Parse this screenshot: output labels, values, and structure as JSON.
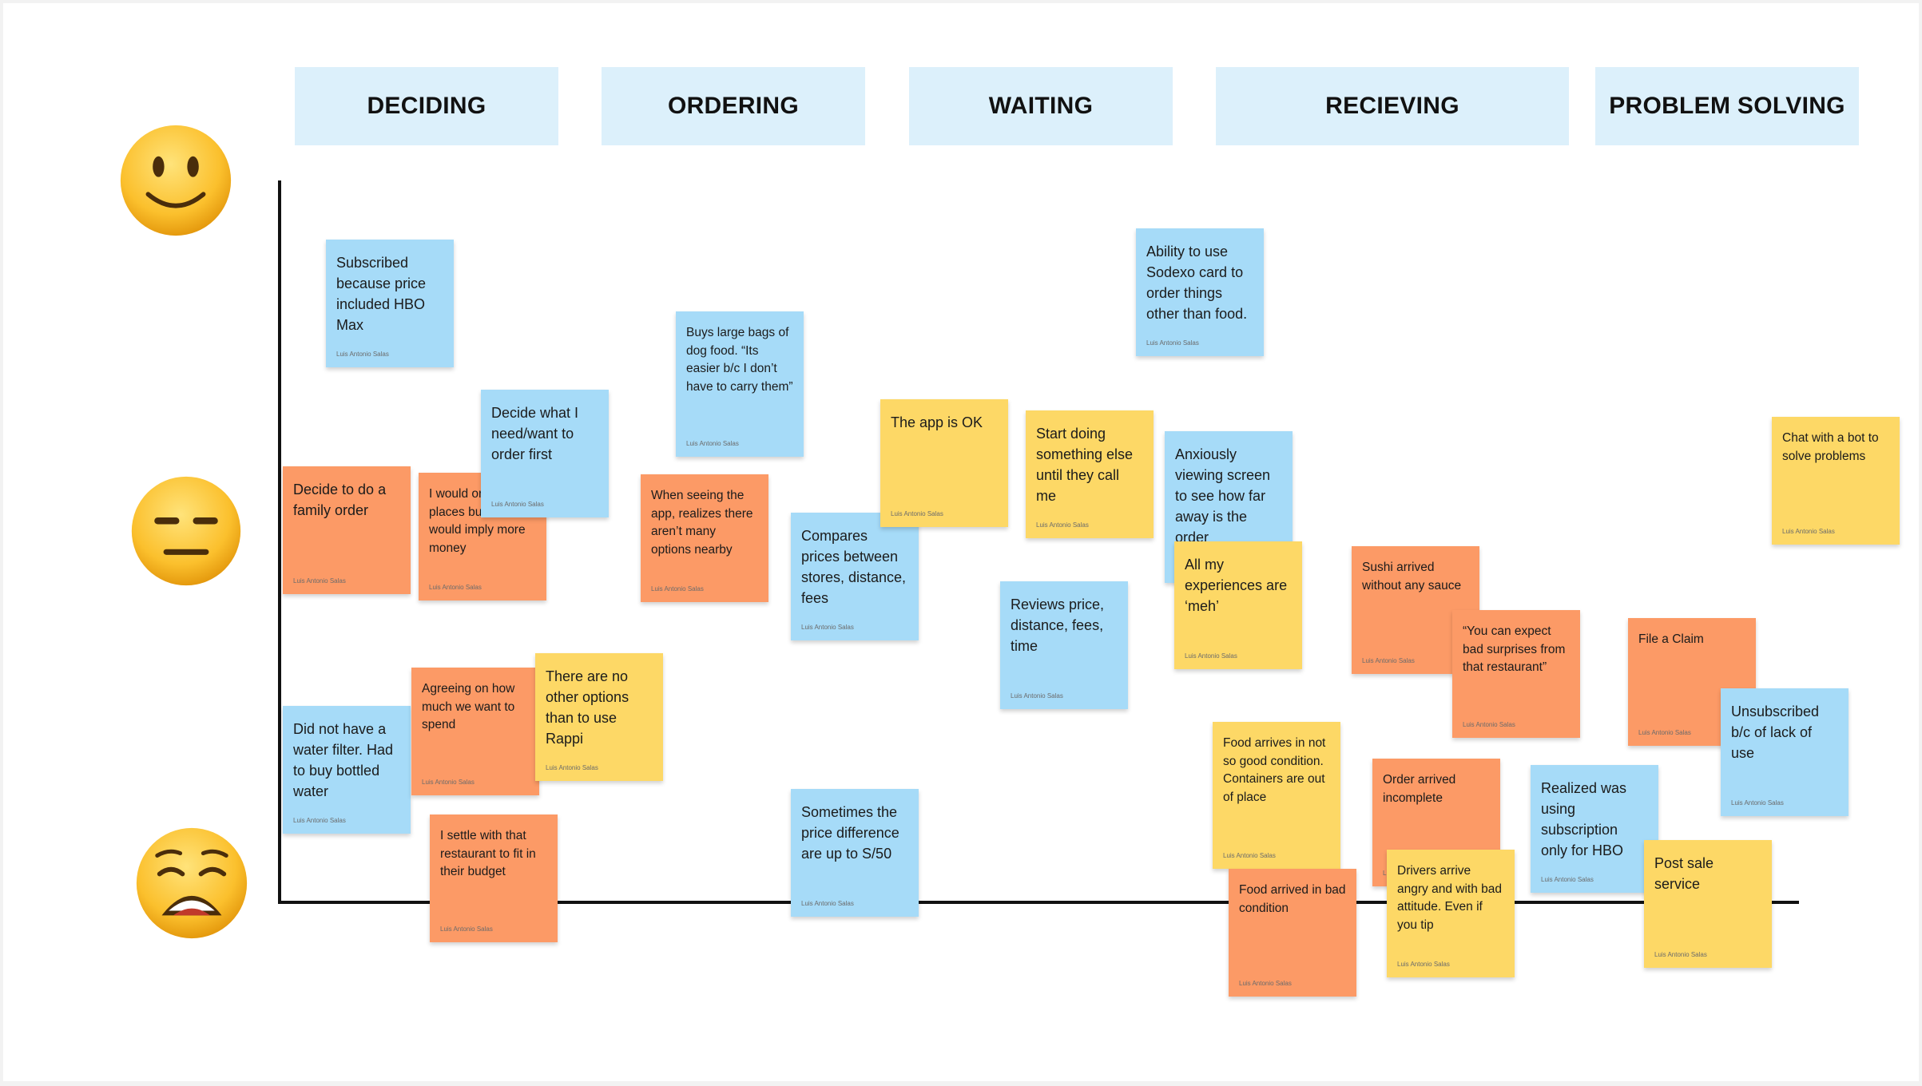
{
  "phases": [
    {
      "label": "DECIDING"
    },
    {
      "label": "ORDERING"
    },
    {
      "label": "WAITING"
    },
    {
      "label": "RECIEVING"
    },
    {
      "label": "PROBLEM SOLVING"
    }
  ],
  "emotions": {
    "happy": "happy-face-emoji",
    "neutral": "neutral-face-emoji",
    "sad": "weary-face-emoji"
  },
  "colors": {
    "blue_note": "#a6dbf8",
    "orange_note": "#fc9a66",
    "yellow_note": "#fdd866",
    "phase_header": "#dcf0fb"
  },
  "author": "Luis Antonio Salas",
  "notes": [
    {
      "text": "Subscribed because price included HBO Max"
    },
    {
      "text": "Decide to do a family order"
    },
    {
      "text": "I would order other places but that would imply more money"
    },
    {
      "text": "Decide what I need/want to order first"
    },
    {
      "text": "Did not have a water filter. Had to buy bottled water"
    },
    {
      "text": "Agreeing on how much we want to spend"
    },
    {
      "text": "There are no other options than to use Rappi"
    },
    {
      "text": "I settle with that restaurant to fit in their budget"
    },
    {
      "text": "Buys large bags of dog food. “Its easier b/c I don’t have to carry them”"
    },
    {
      "text": "When seeing the app, realizes there aren’t many options nearby"
    },
    {
      "text": "Compares prices between stores, distance, fees"
    },
    {
      "text": "Sometimes the price difference are up to S/50"
    },
    {
      "text": "The app is OK"
    },
    {
      "text": "Start doing something else until they call me"
    },
    {
      "text": "Reviews price, distance, fees, time"
    },
    {
      "text": "Ability to use Sodexo card to order things other than food."
    },
    {
      "text": "Anxiously viewing screen to see how far away is the order"
    },
    {
      "text": "All my experiences are ‘meh’"
    },
    {
      "text": "Food arrives in not so good condition. Containers are out of place"
    },
    {
      "text": "Food arrived in bad condition"
    },
    {
      "text": "Sushi arrived without any sauce"
    },
    {
      "text": "“You can expect bad surprises from that restaurant”"
    },
    {
      "text": "Order arrived incomplete"
    },
    {
      "text": "Drivers arrive angry and with bad attitude. Even if you tip"
    },
    {
      "text": "Realized was using subscription only for HBO"
    },
    {
      "text": "File a Claim"
    },
    {
      "text": "Unsubscribed b/c of lack of use"
    },
    {
      "text": "Post sale service"
    },
    {
      "text": "Chat with a bot to solve problems"
    }
  ]
}
